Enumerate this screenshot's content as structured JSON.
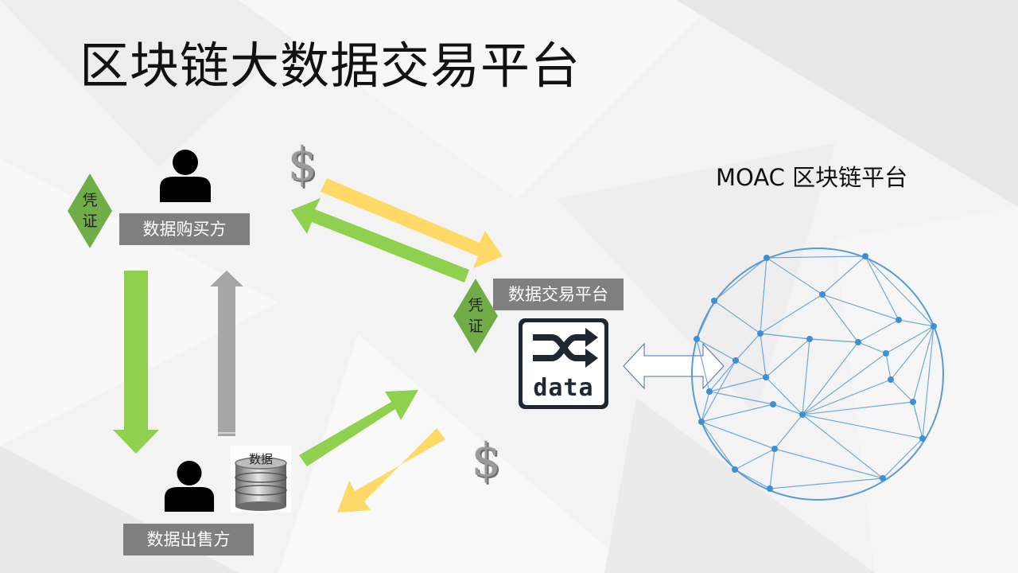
{
  "title": "区块链大数据交易平台",
  "buyer": {
    "label": "数据购买方",
    "certificate": [
      "凭",
      "证"
    ]
  },
  "seller": {
    "label": "数据出售方",
    "database_label": "数据"
  },
  "exchange": {
    "label": "数据交易平台",
    "certificate": [
      "凭",
      "证"
    ],
    "icon_text": "data"
  },
  "platform": {
    "label": "MOAC 区块链平台"
  },
  "currency_symbol": "$",
  "colors": {
    "yellow_arrow": "#ffd966",
    "green_arrow": "#8fd14f",
    "gray_arrow": "#a6a6a6",
    "label_bg": "#7f7f7f",
    "certificate": "#70ad47",
    "network": "#5b9bd5"
  }
}
